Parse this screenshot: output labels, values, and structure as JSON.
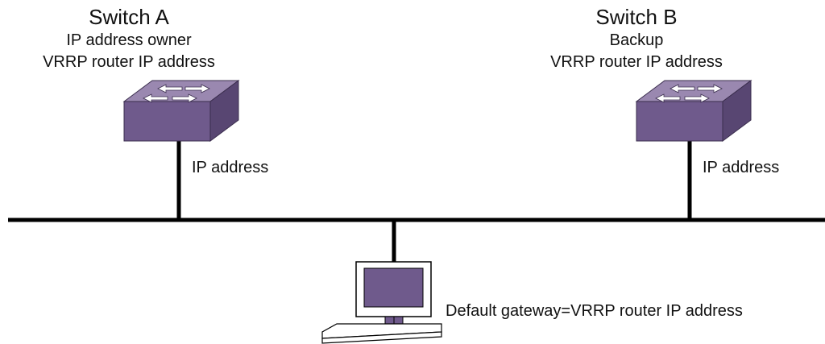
{
  "switch_a": {
    "name": "Switch A",
    "role": "IP address owner",
    "vrrp_label": "VRRP router IP address",
    "link_label": "IP address"
  },
  "switch_b": {
    "name": "Switch B",
    "role": "Backup",
    "vrrp_label": "VRRP router IP address",
    "link_label": "IP address"
  },
  "host": {
    "label": "Default gateway=VRRP router IP address"
  },
  "colors": {
    "device_top": "#9a88b0",
    "device_front": "#6f5a8c",
    "device_side": "#584672",
    "screen": "#6f5a8c",
    "line": "#000000"
  }
}
